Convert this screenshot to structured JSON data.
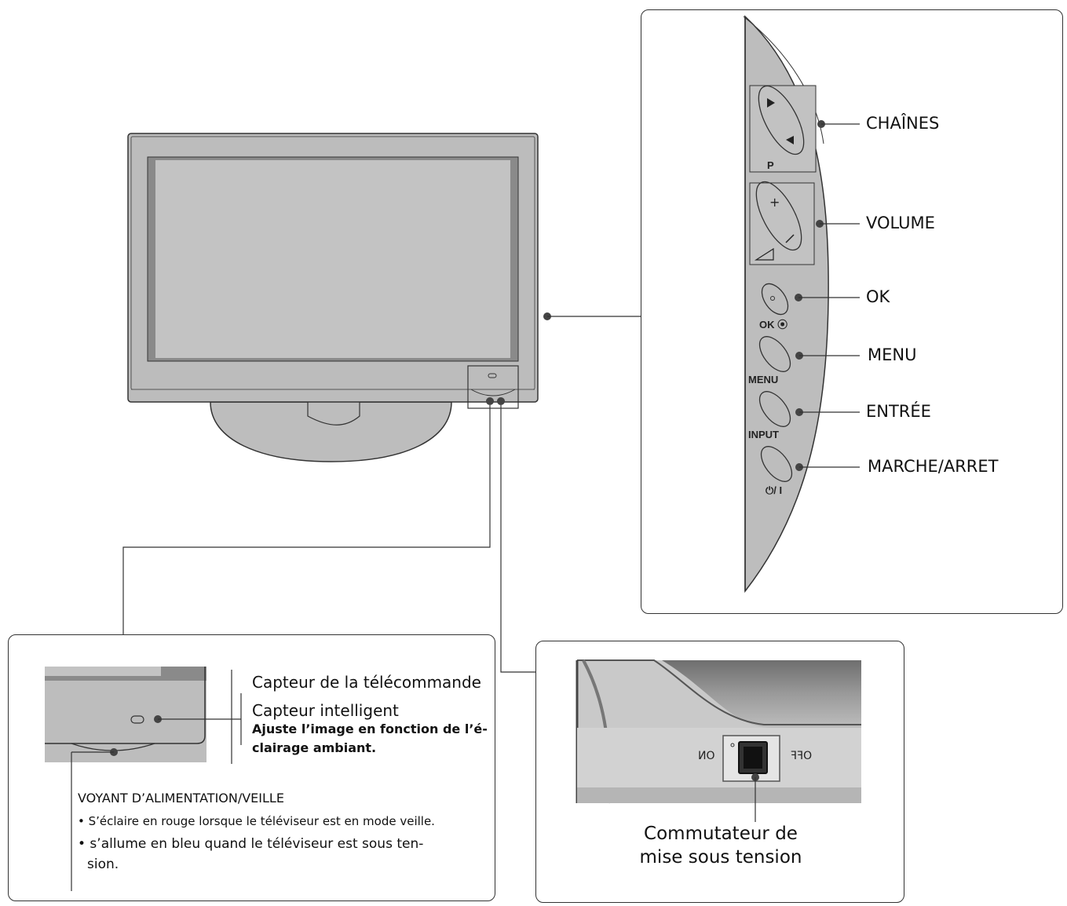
{
  "side_labels": {
    "channels": "CHAÎNES",
    "volume": "VOLUME",
    "ok": "OK",
    "menu": "MENU",
    "input": "ENTRÉE",
    "power": "MARCHE/ARRET"
  },
  "button_captions": {
    "p": "P",
    "ok": "OK ⦿",
    "menu": "MENU",
    "input": "INPUT",
    "power": "⏻/ I"
  },
  "sensor_box": {
    "remote_sensor": "Capteur de la télécommande",
    "intelligent_sensor": "Capteur intelligent",
    "intelligent_desc_1": "Ajuste l’image en fonction de l’é-",
    "intelligent_desc_2": "clairage ambiant.",
    "led_title": "VOYANT D’ALIMENTATION/VEILLE",
    "led_item_1": "• S’éclaire en rouge lorsque le téléviseur est en mode veille.",
    "led_item_2": "• s’allume en bleu quand le téléviseur est sous ten-",
    "led_item_2b": "sion."
  },
  "switch_box": {
    "on_label": "ON",
    "off_label": "OFF",
    "caption_1": "Commutateur de",
    "caption_2": "mise sous tension"
  },
  "colors": {
    "panel_gray": "#b9b9b9",
    "dark_gray": "#8a8a8a",
    "line": "#333333"
  }
}
